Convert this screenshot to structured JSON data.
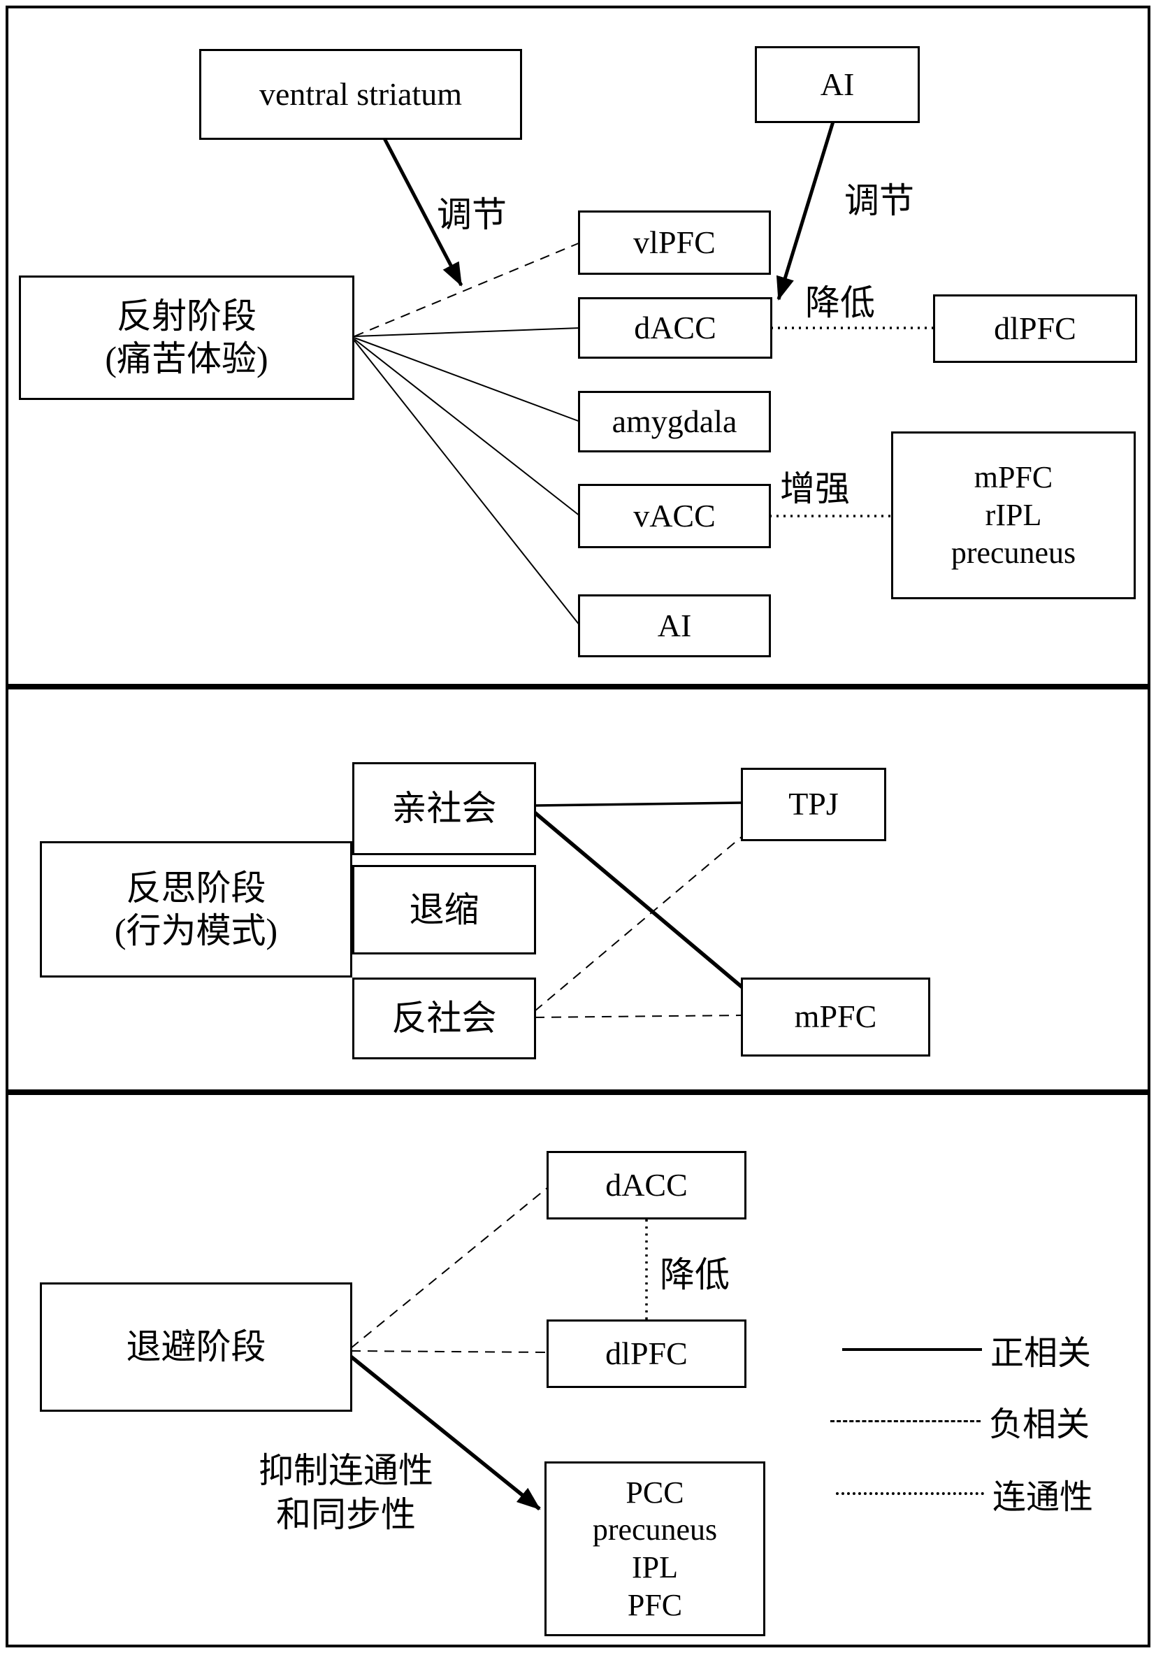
{
  "colors": {
    "ink": "#000000",
    "paper": "#ffffff"
  },
  "panel_reflexive": {
    "modulator_left": "ventral striatum",
    "modulator_right": "AI",
    "stage": "反射阶段\n(痛苦体验)",
    "regions": {
      "vlpfc": "vlPFC",
      "dacc": "dACC",
      "amygdala": "amygdala",
      "vacc": "vACC",
      "ai": "AI"
    },
    "dlpfc": "dlPFC",
    "mpfc_group": "mPFC\nrIPL\nprecuneus",
    "labels": {
      "modulate_left": "调节",
      "modulate_right": "调节",
      "decrease": "降低",
      "enhance": "增强"
    }
  },
  "panel_reflective": {
    "stage": "反思阶段\n(行为模式)",
    "behaviors": {
      "prosocial": "亲社会",
      "withdrawal": "退缩",
      "antisocial": "反社会"
    },
    "regions": {
      "tpj": "TPJ",
      "mpfc": "mPFC"
    }
  },
  "panel_avoidance": {
    "stage": "退避阶段",
    "regions": {
      "dacc": "dACC",
      "dlpfc": "dlPFC",
      "group": "PCC\nprecuneus\nIPL\nPFC"
    },
    "labels": {
      "decrease": "降低",
      "inhibit": "抑制连通性\n和同步性"
    }
  },
  "legend": {
    "positive": "正相关",
    "negative": "负相关",
    "connectivity": "连通性"
  }
}
